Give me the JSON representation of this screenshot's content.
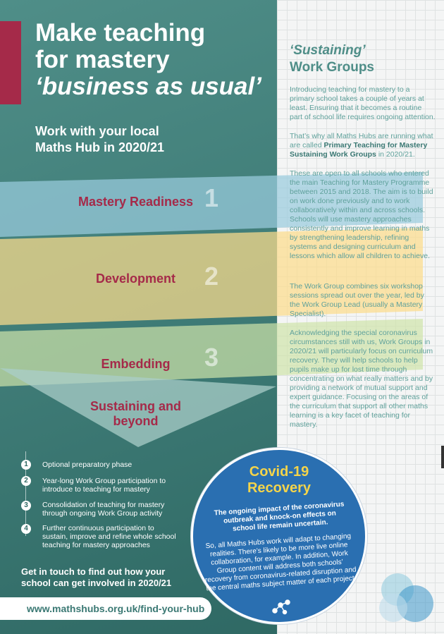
{
  "header": {
    "title_line1": "Make teaching",
    "title_line2": "for mastery",
    "title_line3": "‘business as usual’",
    "subtitle_line1": "Work with your local",
    "subtitle_line2": "Maths Hub in 2020/21"
  },
  "funnel": [
    {
      "number": "1",
      "label_line1": "Mastery Readiness",
      "label_line2": ""
    },
    {
      "number": "2",
      "label_line1": "Development",
      "label_line2": ""
    },
    {
      "number": "3",
      "label_line1": "Embedding",
      "label_line2": ""
    },
    {
      "number": "",
      "label_line1": "Sustaining and",
      "label_line2": "beyond"
    }
  ],
  "steps": [
    {
      "num": "1",
      "text": "Optional preparatory phase"
    },
    {
      "num": "2",
      "text": "Year-long Work Group participation to introduce to teaching for mastery"
    },
    {
      "num": "3",
      "text": "Consolidation of teaching for mastery through ongoing Work Group activity"
    },
    {
      "num": "4",
      "text": "Further continuous participation to sustain, improve and refine whole school teaching for mastery approaches"
    }
  ],
  "contact": {
    "line1": "Get in touch to find out how  your",
    "line2": "school can get involved in 2020/21",
    "url": "www.mathshubs.org.uk/find-your-hub"
  },
  "sidebar": {
    "title_italic": "‘Sustaining’",
    "title_rest": "Work Groups",
    "p1": "Introducing teaching for mastery to a primary school takes a couple of years at least. Ensuring that it becomes a routine part of school life requires ongoing attention.",
    "p2_a": "That’s why all Maths Hubs are running what are called ",
    "p2_bold": "Primary Teaching for Mastery Sustaining Work Groups",
    "p2_b": " in 2020/21.",
    "p3": "These are open to all schools who entered the main Teaching for Mastery Programme between 2015 and 2018. The aim is to build on work done previously and to work collaboratively within and across schools. Schools will use mastery approaches consistently and improve learning in maths by strengthening leadership, refining systems and designing curriculum and lessons which allow all children to achieve.",
    "p4": "The Work Group combines six workshop sessions spread out over the year, led by the Work Group Lead (usually a Mastery Specialist).",
    "p5": "Acknowledging the special coronavirus circumstances still with us, Work Groups in 2020/21 will particularly focus on curriculum recovery. They will help schools to help pupils make up for lost time through concentrating on what really matters and by providing a network of mutual support and expert guidance. Focusing on the areas of the curriculum that support all other maths learning is a key facet of teaching for mastery."
  },
  "covid": {
    "title_line1": "Covid-19",
    "title_line2": "Recovery",
    "p1": "The ongoing impact of the coronavirus outbreak and knock-on effects on school life remain uncertain.",
    "p2": "So, all Maths Hubs work will adapt to changing realities. There’s likely to be more live online collaboration, for example. In addition, Work Group content will address both schools’ recovery from coronavirus-related disruption and the central maths subject matter of each project."
  },
  "colors": {
    "teal": "#3f7c77",
    "crimson": "#a52a49",
    "blue": "#2a6fb1",
    "yellow": "#f4d44a"
  }
}
